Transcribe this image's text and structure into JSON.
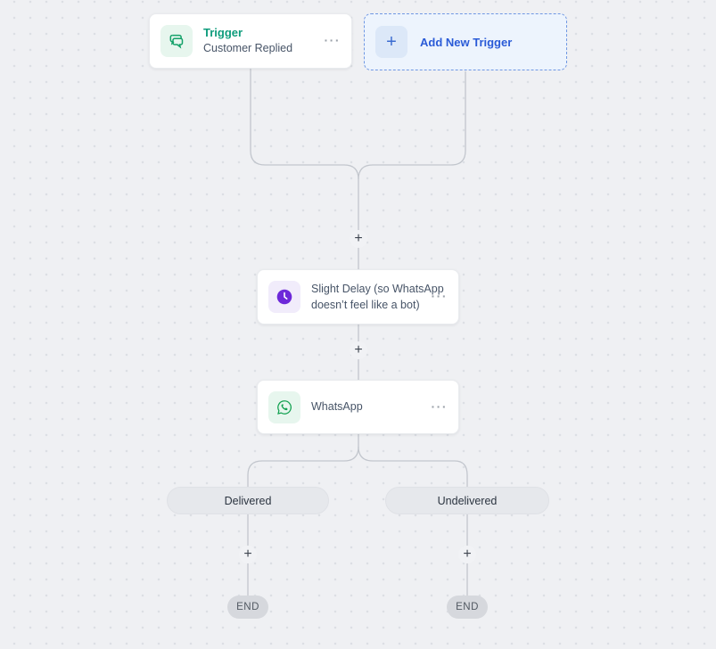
{
  "ui": {
    "plus": "+",
    "ellipsis": "···"
  },
  "colors": {
    "trigger_accent": "#0e9c7c",
    "add_trigger_accent": "#2a5bd7",
    "delay_accent": "#6d28d9",
    "whatsapp_accent": "#12a150",
    "wire": "#c2c6cd",
    "canvas_bg": "#eff0f3"
  },
  "flow": {
    "trigger": {
      "title": "Trigger",
      "subtitle": "Customer Replied"
    },
    "add_trigger": {
      "label": "Add New Trigger"
    },
    "delay": {
      "label": "Slight Delay (so WhatsApp doesn’t feel like a bot)"
    },
    "whatsapp": {
      "label": "WhatsApp"
    },
    "branches": [
      {
        "label": "Delivered",
        "end": "END"
      },
      {
        "label": "Undelivered",
        "end": "END"
      }
    ]
  }
}
